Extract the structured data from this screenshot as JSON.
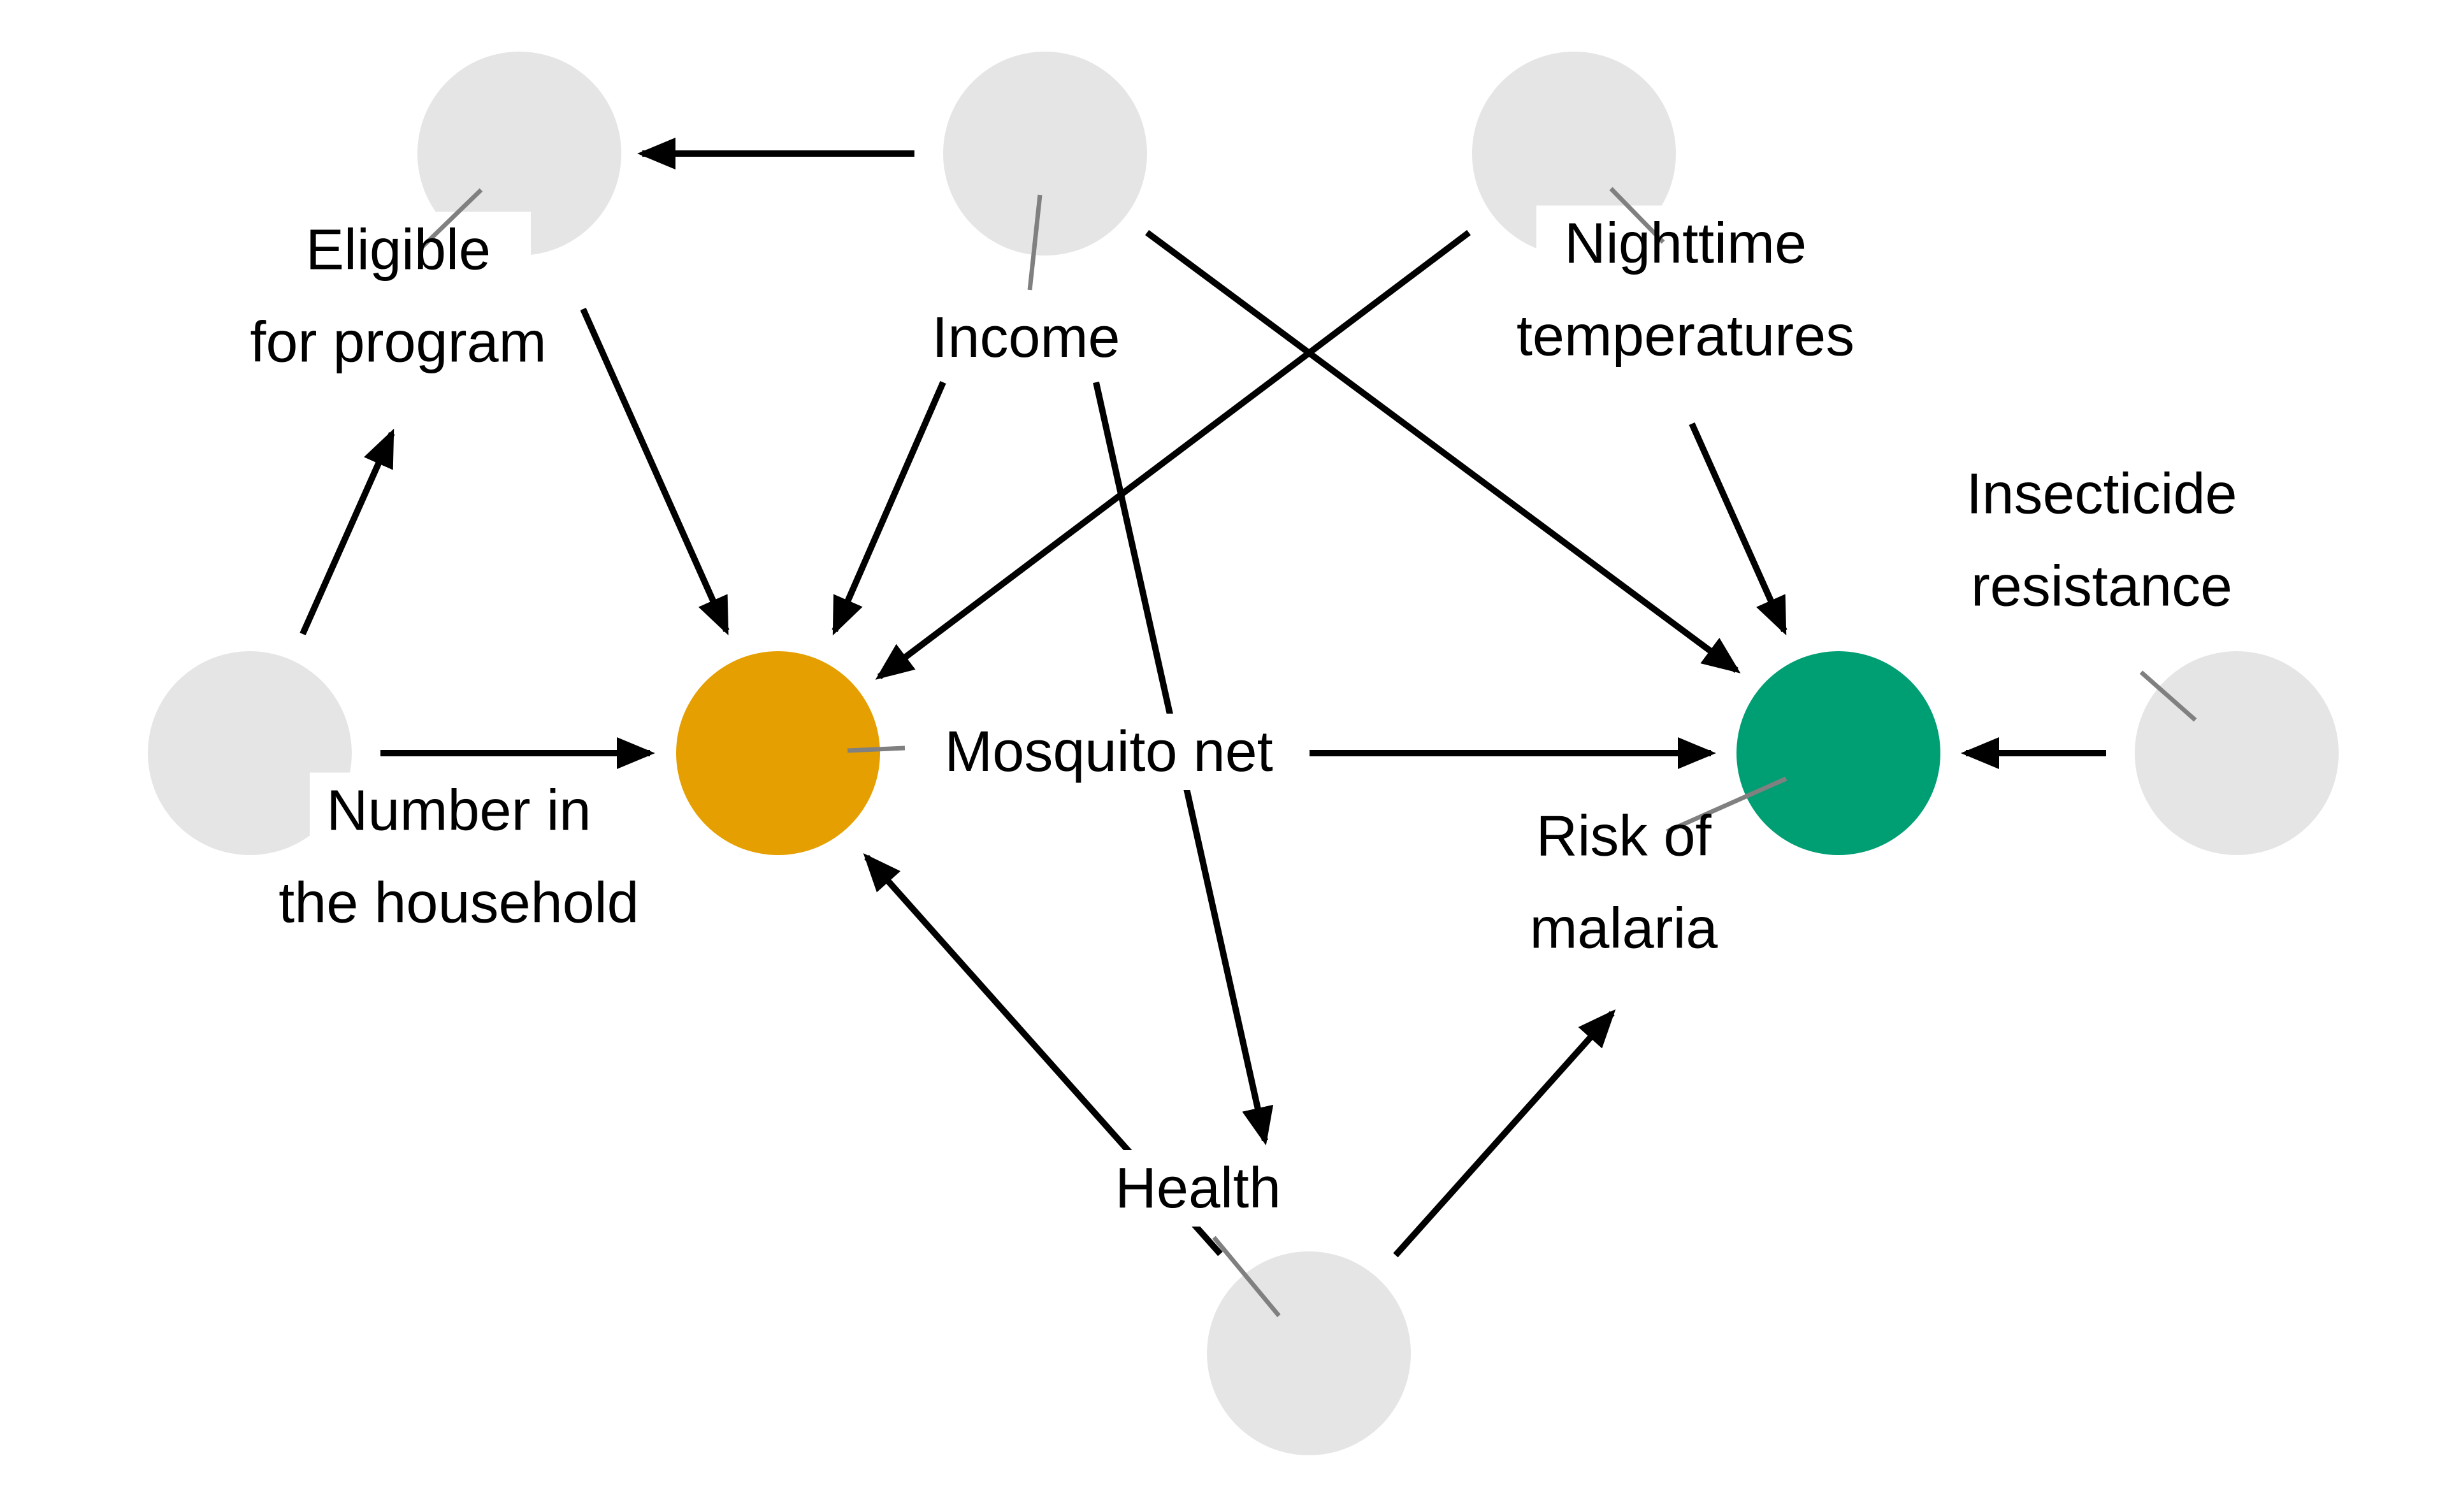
{
  "nodes": [
    {
      "id": "eligible",
      "label_lines": [
        "Eligible",
        "for program"
      ],
      "color": "#e5e5e5",
      "role": "other"
    },
    {
      "id": "income",
      "label_lines": [
        "Income"
      ],
      "color": "#e5e5e5",
      "role": "other"
    },
    {
      "id": "nighttime",
      "label_lines": [
        "Nighttime",
        "temperatures"
      ],
      "color": "#e5e5e5",
      "role": "other"
    },
    {
      "id": "household",
      "label_lines": [
        "Number in",
        "the household"
      ],
      "color": "#e5e5e5",
      "role": "other"
    },
    {
      "id": "net",
      "label_lines": [
        "Mosquito net"
      ],
      "color": "#e69f00",
      "role": "exposure"
    },
    {
      "id": "malaria",
      "label_lines": [
        "Risk of",
        "malaria"
      ],
      "color": "#009e73",
      "role": "outcome"
    },
    {
      "id": "insecticide",
      "label_lines": [
        "Insecticide",
        "resistance"
      ],
      "color": "#e5e5e5",
      "role": "other"
    },
    {
      "id": "health",
      "label_lines": [
        "Health"
      ],
      "color": "#e5e5e5",
      "role": "other"
    }
  ],
  "edges": [
    {
      "from": "income",
      "to": "eligible"
    },
    {
      "from": "income",
      "to": "net"
    },
    {
      "from": "income",
      "to": "malaria"
    },
    {
      "from": "income",
      "to": "health"
    },
    {
      "from": "eligible",
      "to": "net"
    },
    {
      "from": "household",
      "to": "eligible"
    },
    {
      "from": "household",
      "to": "net"
    },
    {
      "from": "nighttime",
      "to": "net"
    },
    {
      "from": "nighttime",
      "to": "malaria"
    },
    {
      "from": "net",
      "to": "malaria"
    },
    {
      "from": "insecticide",
      "to": "malaria"
    },
    {
      "from": "health",
      "to": "net"
    },
    {
      "from": "health",
      "to": "malaria"
    }
  ]
}
